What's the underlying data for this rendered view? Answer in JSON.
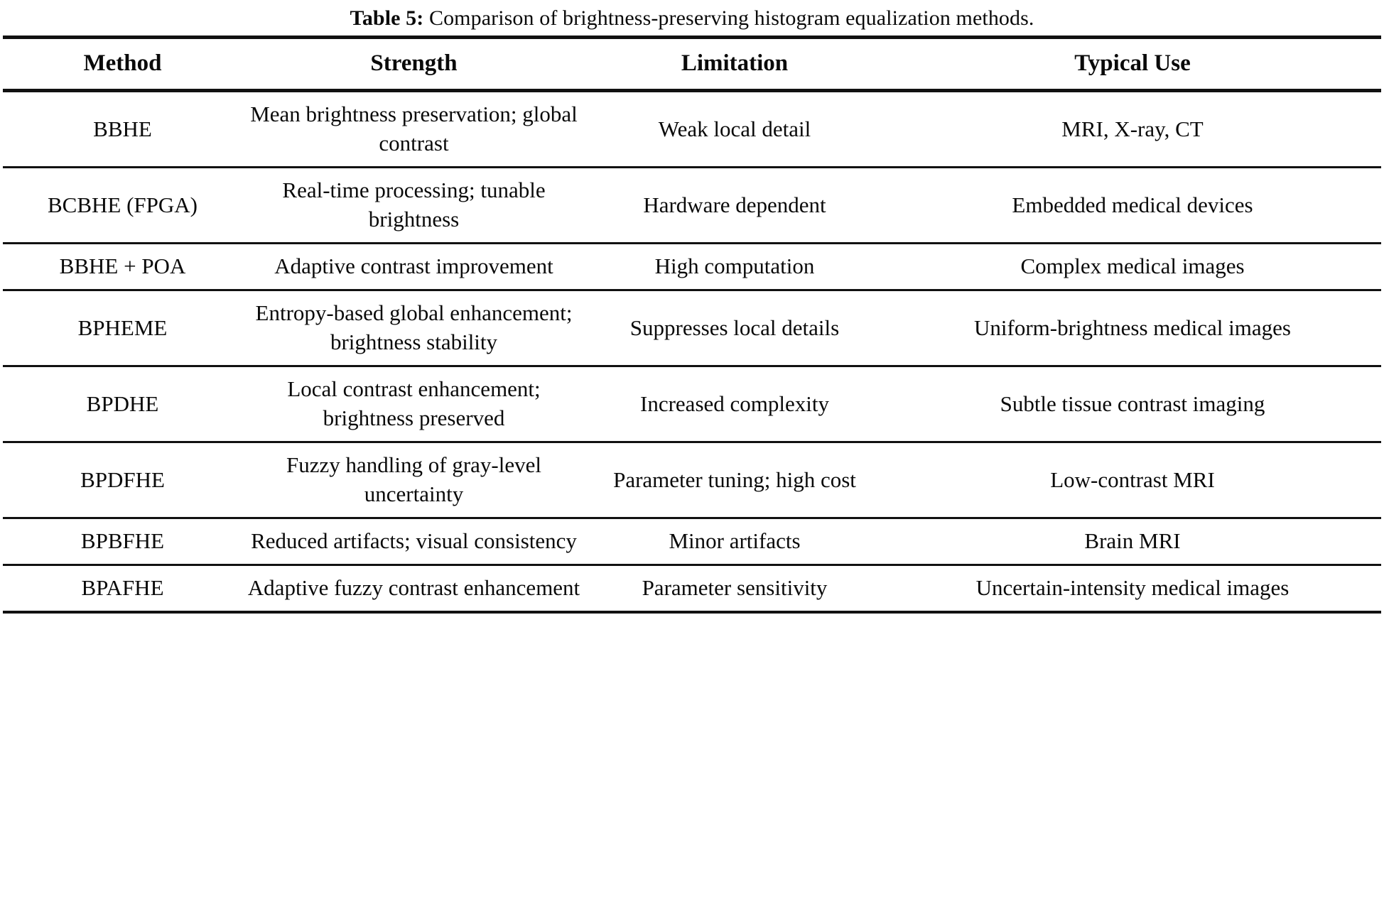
{
  "caption": {
    "label": "Table 5:",
    "text": "Comparison of brightness-preserving histogram equalization methods."
  },
  "table": {
    "columns": [
      "Method",
      "Strength",
      "Limitation",
      "Typical Use"
    ],
    "rows": [
      {
        "method": "BBHE",
        "strength": "Mean brightness preservation; global contrast",
        "limitation": "Weak local detail",
        "typical_use": "MRI, X-ray, CT"
      },
      {
        "method": "BCBHE (FPGA)",
        "strength": "Real-time processing; tunable brightness",
        "limitation": "Hardware dependent",
        "typical_use": "Embedded medical devices"
      },
      {
        "method": "BBHE + POA",
        "strength": "Adaptive contrast improvement",
        "limitation": "High computation",
        "typical_use": "Complex medical images"
      },
      {
        "method": "BPHEME",
        "strength": "Entropy-based global enhancement; brightness stability",
        "limitation": "Suppresses local details",
        "typical_use": "Uniform-brightness medical images"
      },
      {
        "method": "BPDHE",
        "strength": "Local contrast enhancement; brightness preserved",
        "limitation": "Increased complexity",
        "typical_use": "Subtle tissue contrast imaging"
      },
      {
        "method": "BPDFHE",
        "strength": "Fuzzy handling of gray-level uncertainty",
        "limitation": "Parameter tuning; high cost",
        "typical_use": "Low-contrast MRI"
      },
      {
        "method": "BPBFHE",
        "strength": "Reduced artifacts; visual consistency",
        "limitation": "Minor artifacts",
        "typical_use": "Brain MRI"
      },
      {
        "method": "BPAFHE",
        "strength": "Adaptive fuzzy contrast enhancement",
        "limitation": "Parameter sensitivity",
        "typical_use": "Uncertain-intensity medical images"
      }
    ]
  }
}
